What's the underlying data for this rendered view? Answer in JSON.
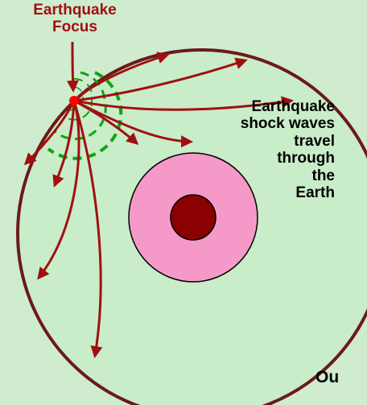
{
  "colors": {
    "background": "#cfeccf",
    "mantle": "#c9ecc9",
    "circle_outline": "#6b1a1a",
    "outer_core": "#f59ac8",
    "inner_core": "#8b0000",
    "wave_paths": "#a01010",
    "wave_fronts": "#13a313",
    "focus_point": "#ff0000",
    "label_red": "#a01010",
    "label_dark": "#000000"
  },
  "focus_label": {
    "line1": "Earthquake",
    "line2": "Focus"
  },
  "waves_label": {
    "lines": [
      "Earthquake",
      "shock waves",
      "travel",
      "through",
      "the",
      "Earth"
    ]
  },
  "cut_off_label": {
    "text": "Ou"
  }
}
